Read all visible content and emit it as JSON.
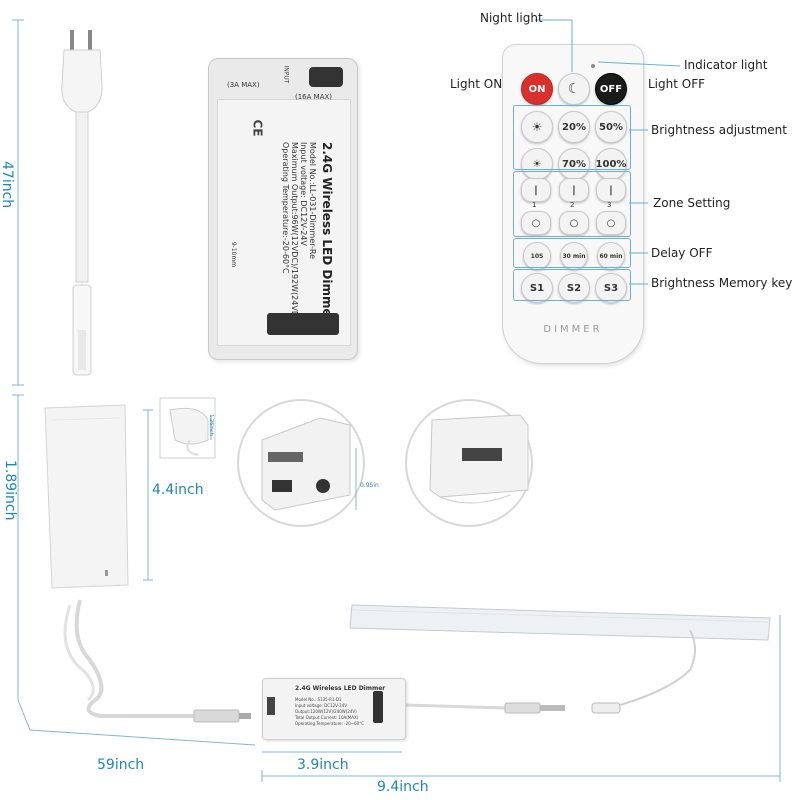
{
  "dimensions": {
    "cable_top": "47inch",
    "adapter_height": "1.89inch",
    "adapter_width": "4.4inch",
    "cable_bottom": "59inch",
    "dimmer_length": "3.9inch",
    "total_length": "9.4inch",
    "small_height_a": "1.26inch",
    "small_height_b": "0.95in"
  },
  "controller": {
    "title": "2.4G Wireless LED Dimmer",
    "model": "Model No.:LL-031-Dimmer-Re",
    "input": "Input voltage: DC12V-24V",
    "output": "Maximum Output:96W(12VDC)/192W(24VDC)",
    "temp": "Operating Temperature:-20-60°C",
    "input_label": "INPUT",
    "max_3a": "(3A MAX)",
    "max_16a": "(16A MAX)",
    "wire_len": "9-10mm",
    "ce": "CE"
  },
  "remote": {
    "brand": "DIMMER",
    "on": "ON",
    "off": "OFF",
    "b20": "20%",
    "b50": "50%",
    "b70": "70%",
    "b100": "100%",
    "z1": "1",
    "z2": "2",
    "z3": "3",
    "d1": "10S",
    "d2": "30 min",
    "d3": "60 min",
    "s1": "S1",
    "s2": "S2",
    "s3": "S3"
  },
  "callouts": {
    "night_light": "Night light",
    "indicator_light": "Indicator light",
    "light_on": "Light ON",
    "light_off": "Light OFF",
    "brightness_adjustment": "Brightness adjustment",
    "zone_setting": "Zone Setting",
    "delay_off": "Delay OFF",
    "brightness_memory": "Brightness Memory key"
  },
  "bottom_dimmer": {
    "title": "2.4G Wireless LED Dimmer",
    "model": "Model No.: S135-R1-D1",
    "input": "Input voltage: DC12V-24V",
    "output": "Output:120W(12V)/240W(24V)",
    "current": "Total Output Current: 10A(MAX)",
    "temp": "Operating Temperature: -20~60°C"
  },
  "colors": {
    "accent": "#1f86b8",
    "on_button": "#d9302c",
    "off_button": "#1a1a1a"
  }
}
